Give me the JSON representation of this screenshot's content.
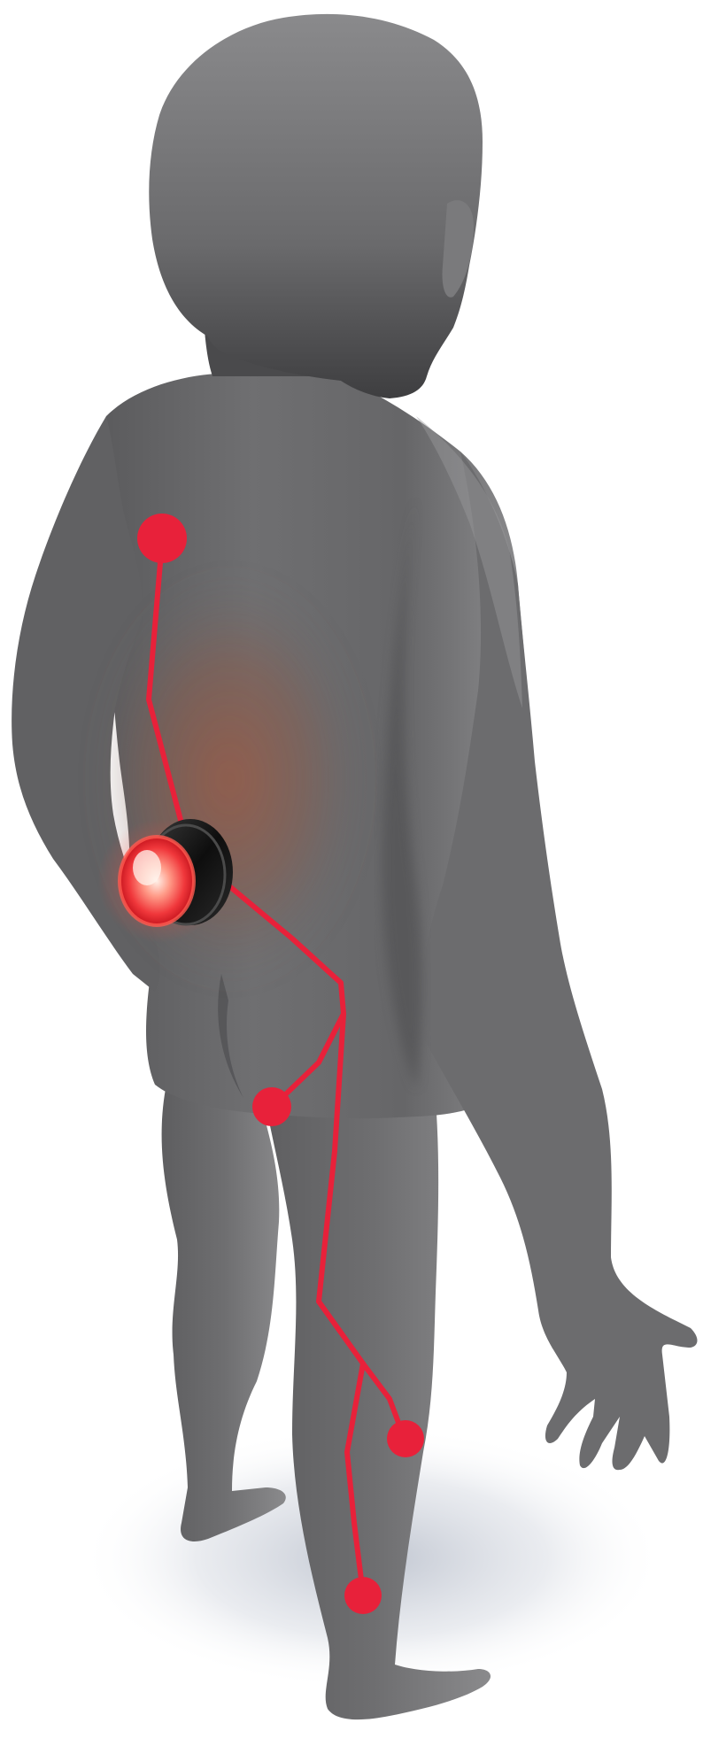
{
  "illustration": {
    "colors": {
      "background": "#ffffff",
      "figure_light": "#8c8c8e",
      "figure_mid": "#6b6b6d",
      "figure_dark": "#3c3c3e",
      "floor_shadow": "#c7ccd6",
      "nerve_line": "#e8213a",
      "device_glow": "#ff6a5e",
      "device_body": "#141414",
      "tissue_glow": "#a85a45"
    },
    "icons": {
      "figure": "child-back-view-silhouette",
      "device": "implanted-stimulator-device",
      "endpoints": "nerve-endpoint-dot"
    },
    "nerve_endpoint_count": 4
  }
}
